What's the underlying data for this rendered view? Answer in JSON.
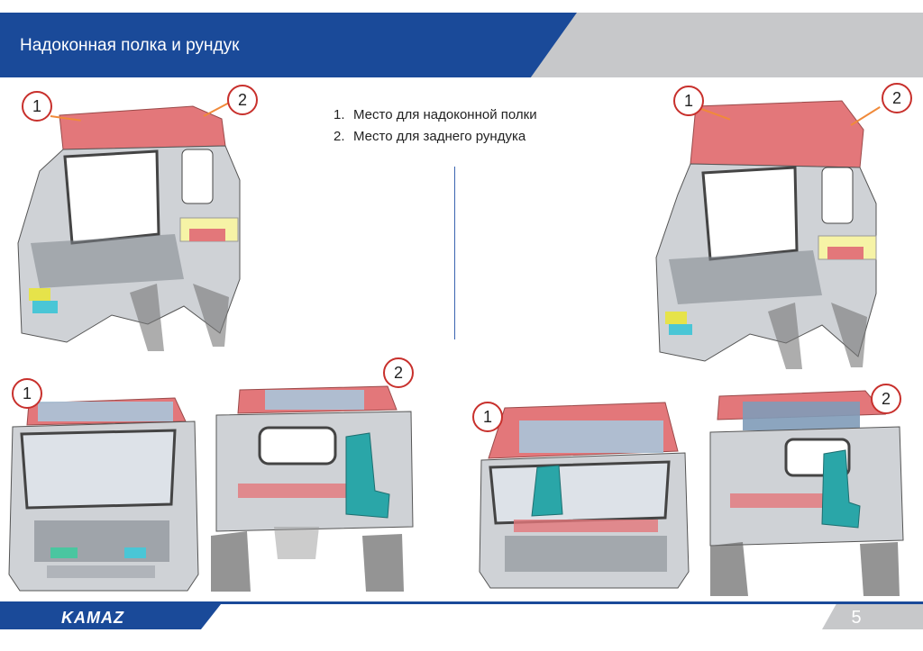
{
  "header": {
    "title": "Надоконная полка и рундук"
  },
  "legend": {
    "items": [
      {
        "num": "1.",
        "text": "Место для надоконной полки"
      },
      {
        "num": "2.",
        "text": "Место для заднего рундука"
      }
    ]
  },
  "markers": {
    "one": "1",
    "two": "2"
  },
  "footer": {
    "logo": "KAMAZ",
    "page_number": "5"
  },
  "colors": {
    "brand_blue": "#1a4a99",
    "shelf_red": "#e3777a",
    "marker_red": "#c8302c",
    "seat_teal": "#2aa6a8"
  }
}
